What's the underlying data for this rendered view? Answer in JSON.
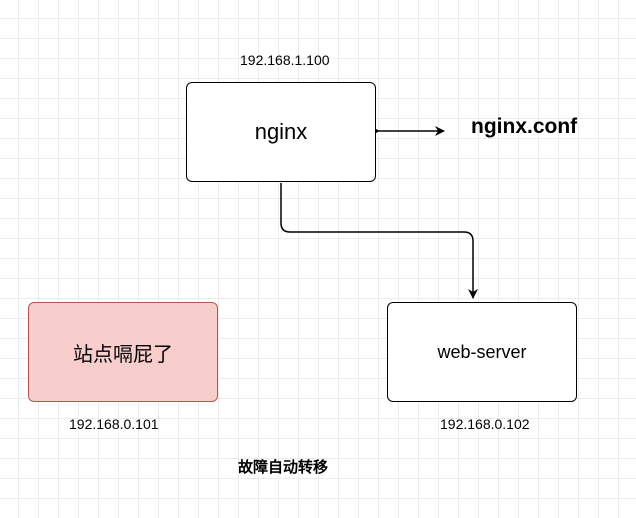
{
  "nodes": {
    "nginx": {
      "label": "nginx",
      "ip": "192.168.1.100"
    },
    "web_server": {
      "label": "web-server",
      "ip": "192.168.0.102"
    },
    "failed_site": {
      "label": "站点嗝屁了",
      "ip": "192.168.0.101",
      "fill": "#f8cecc",
      "stroke": "#b85450"
    }
  },
  "config_label": "nginx.conf",
  "caption": "故障自动转移"
}
